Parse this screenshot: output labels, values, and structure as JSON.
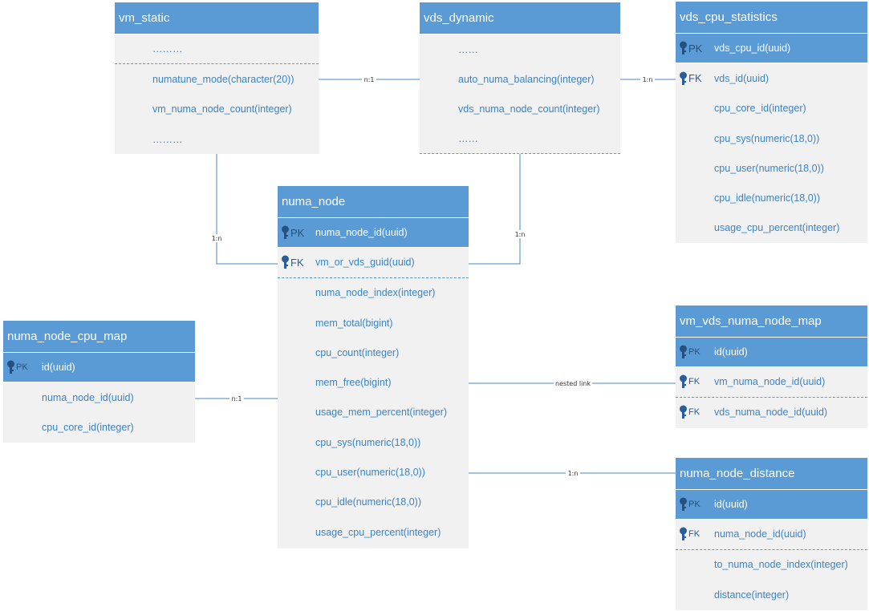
{
  "entities": {
    "vm_static": {
      "title": "vm_static",
      "rows": [
        {
          "text": "………"
        },
        {
          "text": "numatune_mode(character(20))"
        },
        {
          "text": "vm_numa_node_count(integer)"
        },
        {
          "text": "………"
        }
      ]
    },
    "vds_dynamic": {
      "title": "vds_dynamic",
      "rows": [
        {
          "text": "……"
        },
        {
          "text": "auto_numa_balancing(integer)"
        },
        {
          "text": "vds_numa_node_count(integer)"
        },
        {
          "text": "……"
        }
      ]
    },
    "vds_cpu_statistics": {
      "title": "vds_cpu_statistics",
      "rows": [
        {
          "badge": "PK",
          "text": "vds_cpu_id(uuid)"
        },
        {
          "badge": "FK",
          "text": "vds_id(uuid)"
        },
        {
          "text": "cpu_core_id(integer)"
        },
        {
          "text": "cpu_sys(numeric(18,0))"
        },
        {
          "text": "cpu_user(numeric(18,0))"
        },
        {
          "text": "cpu_idle(numeric(18,0))"
        },
        {
          "text": "usage_cpu_percent(integer)"
        }
      ]
    },
    "numa_node": {
      "title": "numa_node",
      "rows": [
        {
          "badge": "PK",
          "text": "numa_node_id(uuid)"
        },
        {
          "badge": "FK",
          "text": "vm_or_vds_guid(uuid)"
        },
        {
          "text": "numa_node_index(integer)"
        },
        {
          "text": "mem_total(bigint)"
        },
        {
          "text": "cpu_count(integer)"
        },
        {
          "text": "mem_free(bigint)"
        },
        {
          "text": "usage_mem_percent(integer)"
        },
        {
          "text": "cpu_sys(numeric(18,0))"
        },
        {
          "text": "cpu_user(numeric(18,0))"
        },
        {
          "text": "cpu_idle(numeric(18,0))"
        },
        {
          "text": "usage_cpu_percent(integer)"
        }
      ]
    },
    "numa_node_cpu_map": {
      "title": "numa_node_cpu_map",
      "rows": [
        {
          "badge": "PK",
          "text": "id(uuid)"
        },
        {
          "text": "numa_node_id(uuid)"
        },
        {
          "text": "cpu_core_id(integer)"
        }
      ]
    },
    "vm_vds_numa_node_map": {
      "title": "vm_vds_numa_node_map",
      "rows": [
        {
          "badge": "PK",
          "text": "id(uuid)"
        },
        {
          "badge": "FK",
          "text": "vm_numa_node_id(uuid)"
        },
        {
          "badge": "FK",
          "text": "vds_numa_node_id(uuid)"
        }
      ]
    },
    "numa_node_distance": {
      "title": "numa_node_distance",
      "rows": [
        {
          "badge": "PK",
          "text": "id(uuid)"
        },
        {
          "badge": "FK",
          "text": "numa_node_id(uuid)"
        },
        {
          "text": "to_numa_node_index(integer)"
        },
        {
          "text": "distance(integer)"
        }
      ]
    }
  },
  "relationships": {
    "vm_static_to_vds_dynamic": "n:1",
    "vds_dynamic_to_vds_cpu_statistics": "1:n",
    "vm_static_to_numa_node": "1:n",
    "vds_dynamic_to_numa_node": "1:n",
    "numa_node_cpu_map_to_numa_node": "n:1",
    "numa_node_to_vm_vds_numa_node_map": "nested link",
    "numa_node_to_numa_node_distance": "1:n"
  },
  "colors": {
    "header": "#5b9bd5",
    "body": "#f1f1f1",
    "field_text": "#3b84c8",
    "connector": "#4a86c5"
  }
}
